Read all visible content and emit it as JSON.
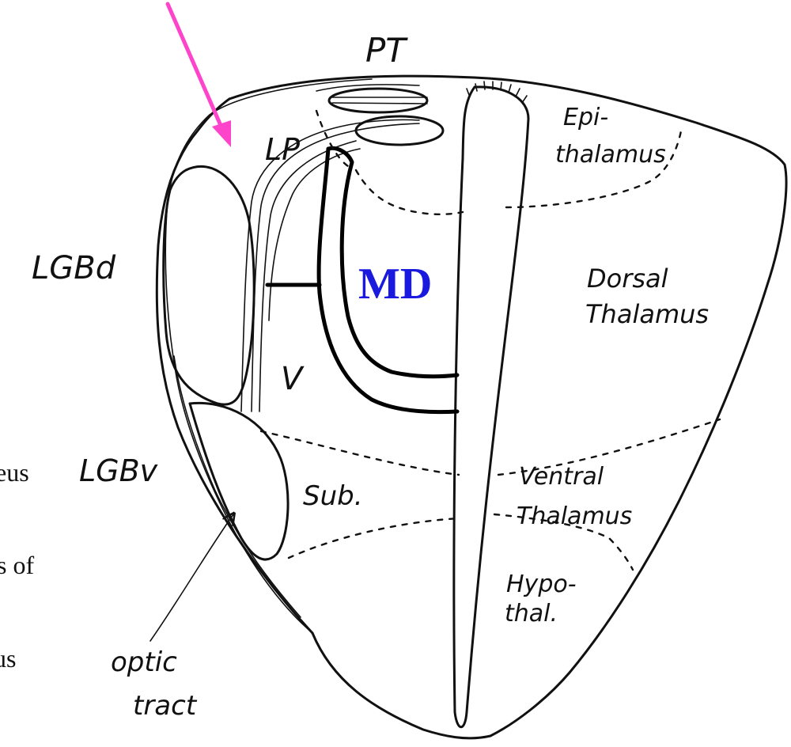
{
  "labels": {
    "pt": "PT",
    "lp": "LP",
    "epithalamus_line1": "Epi-",
    "epithalamus_line2": "thalamus",
    "lgbd": "LGBd",
    "md": "MD",
    "dorsal_line1": "Dorsal",
    "dorsal_line2": "Thalamus",
    "v": "V",
    "lgbv": "LGBv",
    "sub": "Sub.",
    "ventral_line1": "Ventral",
    "ventral_line2": "Thalamus",
    "hypo_line1": "Hypo-",
    "hypo_line2": "thal.",
    "optic_line1": "optic",
    "optic_line2": "tract"
  },
  "cropped_text": {
    "line1": "eus",
    "line2": "s of",
    "line3": "us"
  },
  "colors": {
    "pointer_arrow": "#ff44cc",
    "md_label": "#1a1adf",
    "ink": "#111111"
  }
}
